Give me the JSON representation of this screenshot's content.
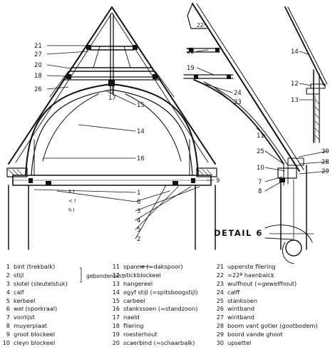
{
  "callouts": {
    "left_top": [
      "21",
      "27",
      "20",
      "18",
      "26",
      "17",
      "15",
      "14",
      "16"
    ],
    "left_bottom": [
      "1",
      "6",
      "3",
      "4",
      "5",
      "2"
    ],
    "right_section": [
      "22¹",
      "22",
      "19",
      "24",
      "23",
      "11",
      "25",
      "10",
      "7",
      "8"
    ],
    "right_detail": [
      "14",
      "12",
      "13",
      "30",
      "28",
      "29"
    ],
    "small_marks": [
      "9",
      "λ I",
      "< I",
      "h I"
    ]
  },
  "detail_title": "DETAIL 6",
  "bracket_label": "gebondenbint",
  "legend": {
    "col1": [
      {
        "n": "1",
        "t": "bint (trekbalk)"
      },
      {
        "n": "2",
        "t": "stijl"
      },
      {
        "n": "3",
        "t": "slotel (sleutelstuk)"
      },
      {
        "n": "4",
        "t": "calf"
      },
      {
        "n": "5",
        "t": "kerbeel"
      },
      {
        "n": "6",
        "t": "wel (sporkraal)"
      },
      {
        "n": "7",
        "t": "voirlijst"
      },
      {
        "n": "8",
        "t": "muyerplaat"
      },
      {
        "n": "9",
        "t": "groot blockeel"
      },
      {
        "n": "10",
        "t": "cleyn blockeel"
      }
    ],
    "col2": [
      {
        "n": "11",
        "t": "spanne (=dakspoor)"
      },
      {
        "n": "12",
        "t": "stickblockeel"
      },
      {
        "n": "13",
        "t": "hangereel"
      },
      {
        "n": "14",
        "t": "ogyf stijl (=spitsboogstijl)"
      },
      {
        "n": "15",
        "t": "carbeel"
      },
      {
        "n": "16",
        "t": "stankssoen (=standzoon)"
      },
      {
        "n": "17",
        "t": "naeld"
      },
      {
        "n": "18",
        "t": "fliering"
      },
      {
        "n": "19",
        "t": "roesterhout"
      },
      {
        "n": "20",
        "t": "scaerbind (=schaarbalk)"
      }
    ],
    "col3": [
      {
        "n": "21",
        "t": "upperste fliering"
      },
      {
        "n": "22",
        "t": "=22ª haenbalck"
      },
      {
        "n": "23",
        "t": "wulfhout (=gewelfhout)"
      },
      {
        "n": "24",
        "t": "calff"
      },
      {
        "n": "25",
        "t": "stanksoen"
      },
      {
        "n": "26",
        "t": "wintband"
      },
      {
        "n": "27",
        "t": "wintband"
      },
      {
        "n": "28",
        "t": "boom vant gotier (gootbodem)"
      },
      {
        "n": "29",
        "t": "boord vande ghoot"
      },
      {
        "n": "30",
        "t": "upsettel"
      }
    ]
  }
}
